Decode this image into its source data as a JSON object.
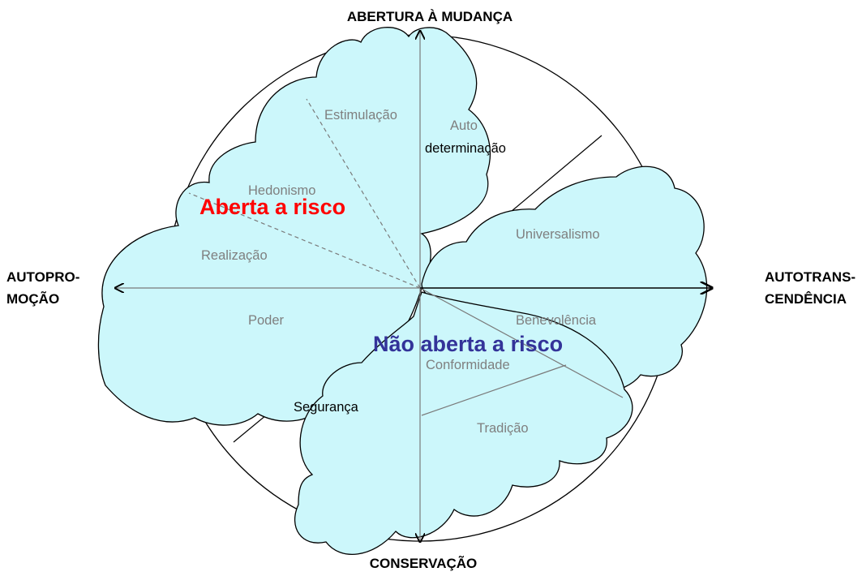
{
  "axes": {
    "top": "ABERTURA À MUDANÇA",
    "bottom": "CONSERVAÇÃO",
    "left_1": "AUTOPRO-",
    "left_2": "MOÇÃO",
    "right_1": "AUTOTRANS-",
    "right_2": "CENDÊNCIA"
  },
  "values": {
    "estimulacao": "Estimulação",
    "auto_1": "Auto",
    "auto_2": "determinação",
    "hedonismo": "Hedonismo",
    "realizacao": "Realização",
    "poder": "Poder",
    "universalismo": "Universalismo",
    "benevolencia": "Benevolência",
    "conformidade": "Conformidade",
    "seguranca": "Segurança",
    "tradicao": "Tradição"
  },
  "clouds": {
    "aberta": "Aberta a risco",
    "nao_aberta": "Não aberta a risco"
  },
  "colors": {
    "cloud_fill": "#ccf7fb",
    "aberta": "#ff0000",
    "nao_aberta": "#333399"
  }
}
